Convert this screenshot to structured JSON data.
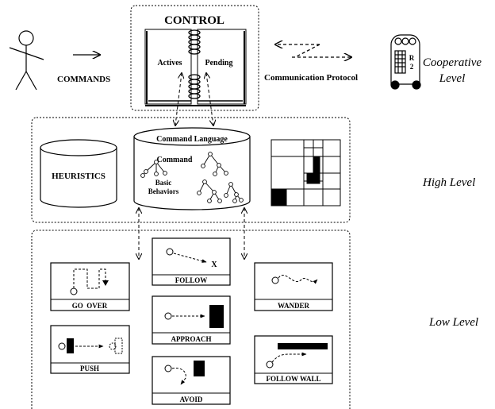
{
  "control": {
    "title": "CONTROL",
    "actives_label": "Actives",
    "pending_label": "Pending"
  },
  "commands_label": "COMMANDS",
  "protocol_label": "Communication Protocol",
  "robot": {
    "label_r": "R",
    "label_2": "2"
  },
  "levels": {
    "cooperative_line1": "Cooperative",
    "cooperative_line2": "Level",
    "high": "High Level",
    "low": "Low Level"
  },
  "high_level": {
    "heuristics": "HEURISTICS",
    "command_language": "Command Language",
    "command": "Command",
    "basic_behaviors_line1": "Basic",
    "basic_behaviors_line2": "Behaviors"
  },
  "behaviors": {
    "go_over": "GO  OVER",
    "follow": "FOLLOW",
    "follow_target": "X",
    "wander": "WANDER",
    "approach": "APPROACH",
    "push": "PUSH",
    "avoid": "AVOID",
    "follow_wall": "FOLLOW WALL"
  }
}
